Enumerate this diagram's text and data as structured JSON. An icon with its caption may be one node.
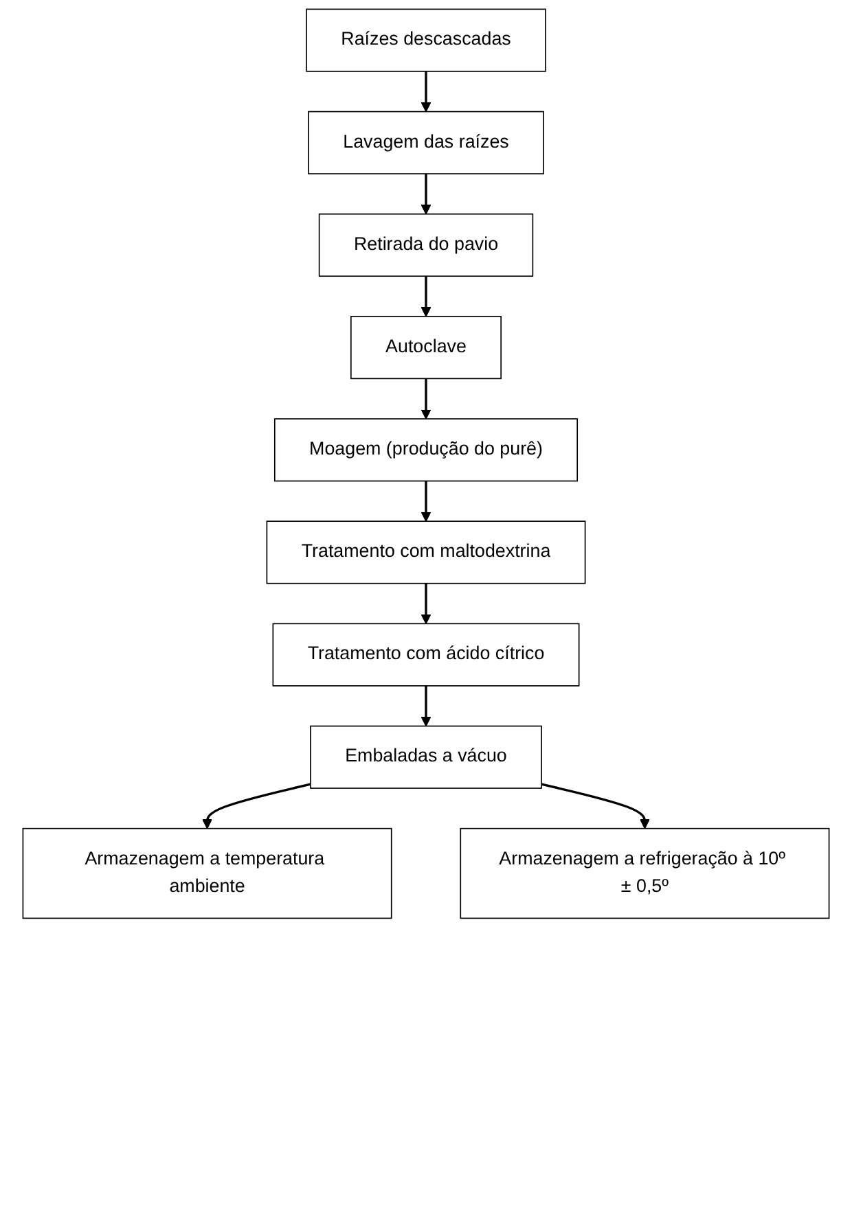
{
  "diagram": {
    "nodes": [
      {
        "text": [
          "Raízes descascadas"
        ]
      },
      {
        "text": [
          "Lavagem das raízes"
        ]
      },
      {
        "text": [
          "Retirada do pavio"
        ]
      },
      {
        "text": [
          "Autoclave"
        ]
      },
      {
        "text": [
          "Moagem (produção do purê)"
        ]
      },
      {
        "text": [
          "Tratamento com maltodextrina"
        ]
      },
      {
        "text": [
          "Tratamento com ácido cítrico"
        ]
      },
      {
        "text": [
          "Embaladas a vácuo"
        ]
      },
      {
        "text": [
          "Armazenagem a temperatura ambiente"
        ]
      },
      {
        "text": [
          "Armazenagem a refrigeração à 10º ± 0,5º"
        ]
      }
    ],
    "edges": [
      {
        "from": 0,
        "to": 1,
        "arrow": "to"
      },
      {
        "from": 1,
        "to": 2,
        "arrow": "to"
      },
      {
        "from": 2,
        "to": 3,
        "arrow": "to"
      },
      {
        "from": 3,
        "to": 4,
        "arrow": "to"
      },
      {
        "from": 4,
        "to": 5,
        "arrow": "to"
      },
      {
        "from": 5,
        "to": 6,
        "arrow": "to"
      },
      {
        "from": 6,
        "to": 7,
        "arrow": "to"
      },
      {
        "from": 7,
        "to": 8,
        "arrow": "to"
      },
      {
        "from": 7,
        "to": 9,
        "arrow": "to"
      }
    ]
  }
}
